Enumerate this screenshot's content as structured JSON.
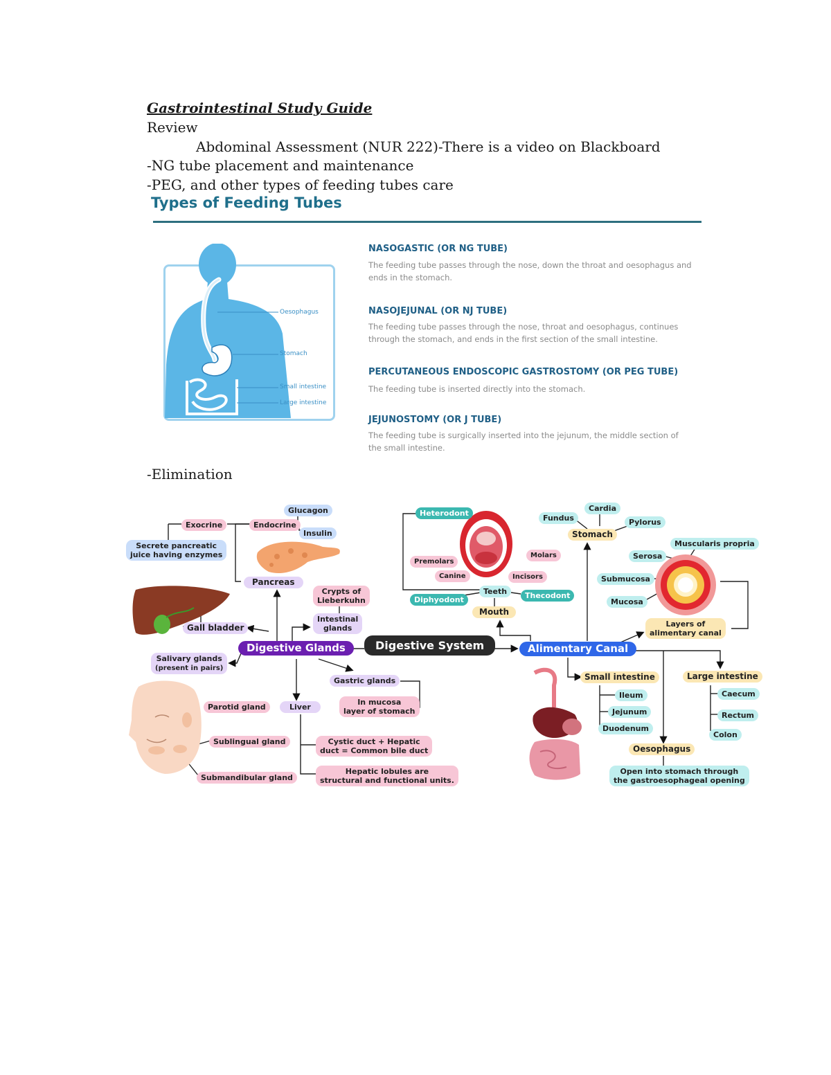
{
  "doc": {
    "title": "Gastrointestinal Study Guide",
    "review": "Review",
    "abdominal": "Abdominal Assessment (NUR 222)-There is a video on Blackboard",
    "ng_tube": "-NG tube placement and maintenance",
    "peg": "-PEG, and other types of feeding tubes care",
    "elimination": "-Elimination"
  },
  "feeding_tubes": {
    "heading": "Types of Feeding Tubes",
    "organs": [
      "Oesophagus",
      "Stomach",
      "Small intestine",
      "Large intestine"
    ],
    "tubes": [
      {
        "title": "NASOGASTIC (OR NG TUBE)",
        "desc": "The feeding tube passes through the nose, down the throat and oesophagus and ends in the stomach."
      },
      {
        "title": "NASOJEJUNAL (OR NJ TUBE)",
        "desc": "The feeding tube passes through the nose, throat and oesophagus, continues through the stomach, and ends in the first section of the small intestine."
      },
      {
        "title": "PERCUTANEOUS ENDOSCOPIC GASTROSTOMY (OR PEG TUBE)",
        "desc": "The feeding tube is inserted directly into the stomach."
      },
      {
        "title": "JEJUNOSTOMY (OR J TUBE)",
        "desc": "The feeding tube is surgically inserted into the jejunum, the middle section of the small intestine."
      }
    ]
  },
  "diagram": {
    "center": "Digestive System",
    "glands": "Digestive Glands",
    "canal": "Alimentary Canal",
    "glucagon": "Glucagon",
    "exocrine": "Exocrine",
    "endocrine": "Endocrine",
    "insulin": "Insulin",
    "secrete_1": "Secrete pancreatic",
    "secrete_2": "juice having enzymes",
    "pancreas": "Pancreas",
    "crypts_1": "Crypts of",
    "crypts_2": "Lieberkuhn",
    "intestinal_1": "Intestinal",
    "intestinal_2": "glands",
    "gall_bladder": "Gall bladder",
    "salivary_1": "Salivary glands",
    "salivary_2": "(present in pairs)",
    "gastric": "Gastric glands",
    "mucosa_1": "In mucosa",
    "mucosa_2": "layer of stomach",
    "liver": "Liver",
    "parotid": "Parotid gland",
    "sublingual": "Sublingual gland",
    "submandibular": "Submandibular gland",
    "cystic_1": "Cystic duct + Hepatic",
    "cystic_2": "duct = Common bile duct",
    "hepatic_1": "Hepatic lobules are",
    "hepatic_2": "structural and functional units.",
    "heterodont": "Heterodont",
    "premolars": "Premolars",
    "canine": "Canine",
    "molars": "Molars",
    "incisors": "Incisors",
    "diphyodont": "Diphyodont",
    "teeth": "Teeth",
    "thecodont": "Thecodont",
    "mouth": "Mouth",
    "fundus": "Fundus",
    "cardia": "Cardia",
    "pylorus": "Pylorus",
    "stomach": "Stomach",
    "muscularis": "Muscularis propria",
    "serosa": "Serosa",
    "submucosa": "Submucosa",
    "mucosa": "Mucosa",
    "layers_1": "Layers of",
    "layers_2": "alimentary canal",
    "small_intestine": "Small intestine",
    "ileum": "Ileum",
    "jejunum": "Jejunum",
    "duodenum": "Duodenum",
    "large_intestine": "Large intestine",
    "caecum": "Caecum",
    "rectum": "Rectum",
    "colon": "Colon",
    "oesophagus": "Oesophagus",
    "opening_1": "Open into stomach through",
    "opening_2": "the gastroesophageal opening"
  }
}
